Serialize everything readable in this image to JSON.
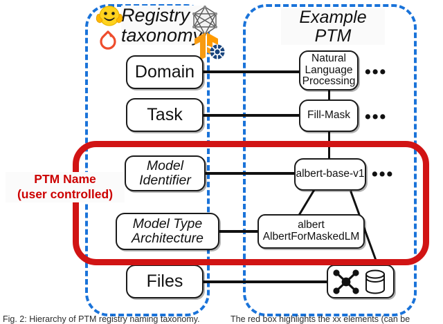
{
  "figure": {
    "panels": [
      {
        "id": "left",
        "title": "Registry\ntaxonomy"
      },
      {
        "id": "right",
        "title": "Example PTM"
      }
    ],
    "highlight": {
      "label": "PTM Name\n(user controlled)",
      "color": "#cc0000"
    },
    "logos": [
      {
        "name": "huggingface-icon",
        "glyph": "🤗"
      },
      {
        "name": "pytorch-icon",
        "glyph": ""
      },
      {
        "name": "onnx-icon",
        "glyph": ""
      },
      {
        "name": "tensorflow-icon",
        "glyph": ""
      },
      {
        "name": "keras-wheel-icon",
        "glyph": ""
      }
    ],
    "taxonomy_nodes": [
      {
        "id": "domain",
        "label": "Domain"
      },
      {
        "id": "task",
        "label": "Task"
      },
      {
        "id": "model_id",
        "label": "Model\nIdentifier"
      },
      {
        "id": "model_type",
        "label": "Model Type\nArchitecture"
      },
      {
        "id": "files",
        "label": "Files"
      }
    ],
    "example_nodes": [
      {
        "id": "nlp",
        "label": "Natural\nLanguage\nProcessing"
      },
      {
        "id": "fill_mask",
        "label": "Fill-Mask"
      },
      {
        "id": "albert",
        "label": "albert-base-v1"
      },
      {
        "id": "arch",
        "label": "albert\nAlbertForMaskedLM"
      },
      {
        "id": "files_icon",
        "label": ""
      }
    ],
    "ellipses": [
      {
        "id": "nlp_more",
        "label": "•••"
      },
      {
        "id": "task_more",
        "label": "•••"
      },
      {
        "id": "id_more",
        "label": "•••"
      }
    ],
    "colors": {
      "panel_border": "#1a73d9",
      "highlight": "#d11414",
      "node_border": "#1a1a1a",
      "text": "#111111"
    }
  },
  "caption": {
    "left": "Fig. 2:  Hierarchy of PTM registry naming taxonomy.",
    "right": "The red box highlights the xx elements (can be"
  }
}
